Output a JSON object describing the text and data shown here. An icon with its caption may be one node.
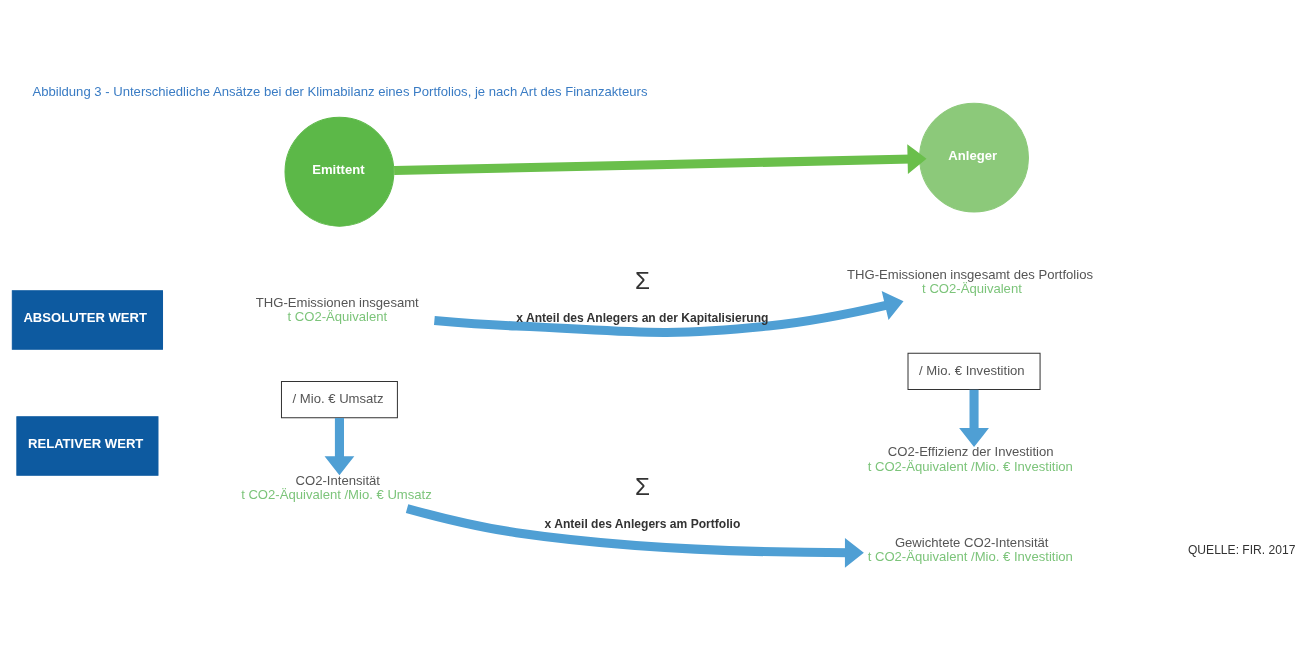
{
  "diagram": {
    "title": "Abbildung 3 - Unterschiedliche Ansätze bei der Klimabilanz eines Portfolios, je nach Art des Finanzakteurs",
    "nodes": [
      {
        "text": [
          "Emittent"
        ]
      },
      {
        "text": [
          "Anleger"
        ]
      },
      {
        "text": [
          "ABSOLUTER WERT"
        ]
      },
      {
        "text": [
          "THG-Emissionen insgesamt",
          "t CO2-Äquivalent"
        ]
      },
      {
        "text": [
          "THG-Emissionen insgesamt des Portfolios",
          "t CO2-Äquivalent"
        ]
      },
      {
        "text": [
          "/ Mio. € Umsatz"
        ]
      },
      {
        "text": [
          "/ Mio. € Investition"
        ]
      },
      {
        "text": [
          "CO2-Effizienz der Investition",
          "t CO2-Äquivalent /Mio. € Investition"
        ]
      },
      {
        "text": [
          "RELATIVER WERT"
        ]
      },
      {
        "text": [
          "CO2-Intensität",
          "t CO2-Äquivalent /Mio. € Umsatz"
        ]
      },
      {
        "text": [
          "Gewichtete CO2-Intensität",
          "t CO2-Äquivalent /Mio. € Investition"
        ]
      }
    ],
    "edges": [
      {
        "from": 0,
        "to": 1,
        "arrow": "to",
        "color": "#6abf4b"
      },
      {
        "from": 3,
        "to": 4,
        "arrow": "to",
        "label": "x Anteil des Anlegers an der Kapitalisierung"
      },
      {
        "from": 5,
        "to": 9,
        "arrow": "to"
      },
      {
        "from": 6,
        "to": 7,
        "arrow": "to"
      },
      {
        "from": 9,
        "to": 10,
        "arrow": "to",
        "label": "x Anteil des Anlegers am Portfolio"
      }
    ],
    "labels": [
      "Σ",
      "Σ",
      "QUELLE: FIR. 2017"
    ]
  }
}
